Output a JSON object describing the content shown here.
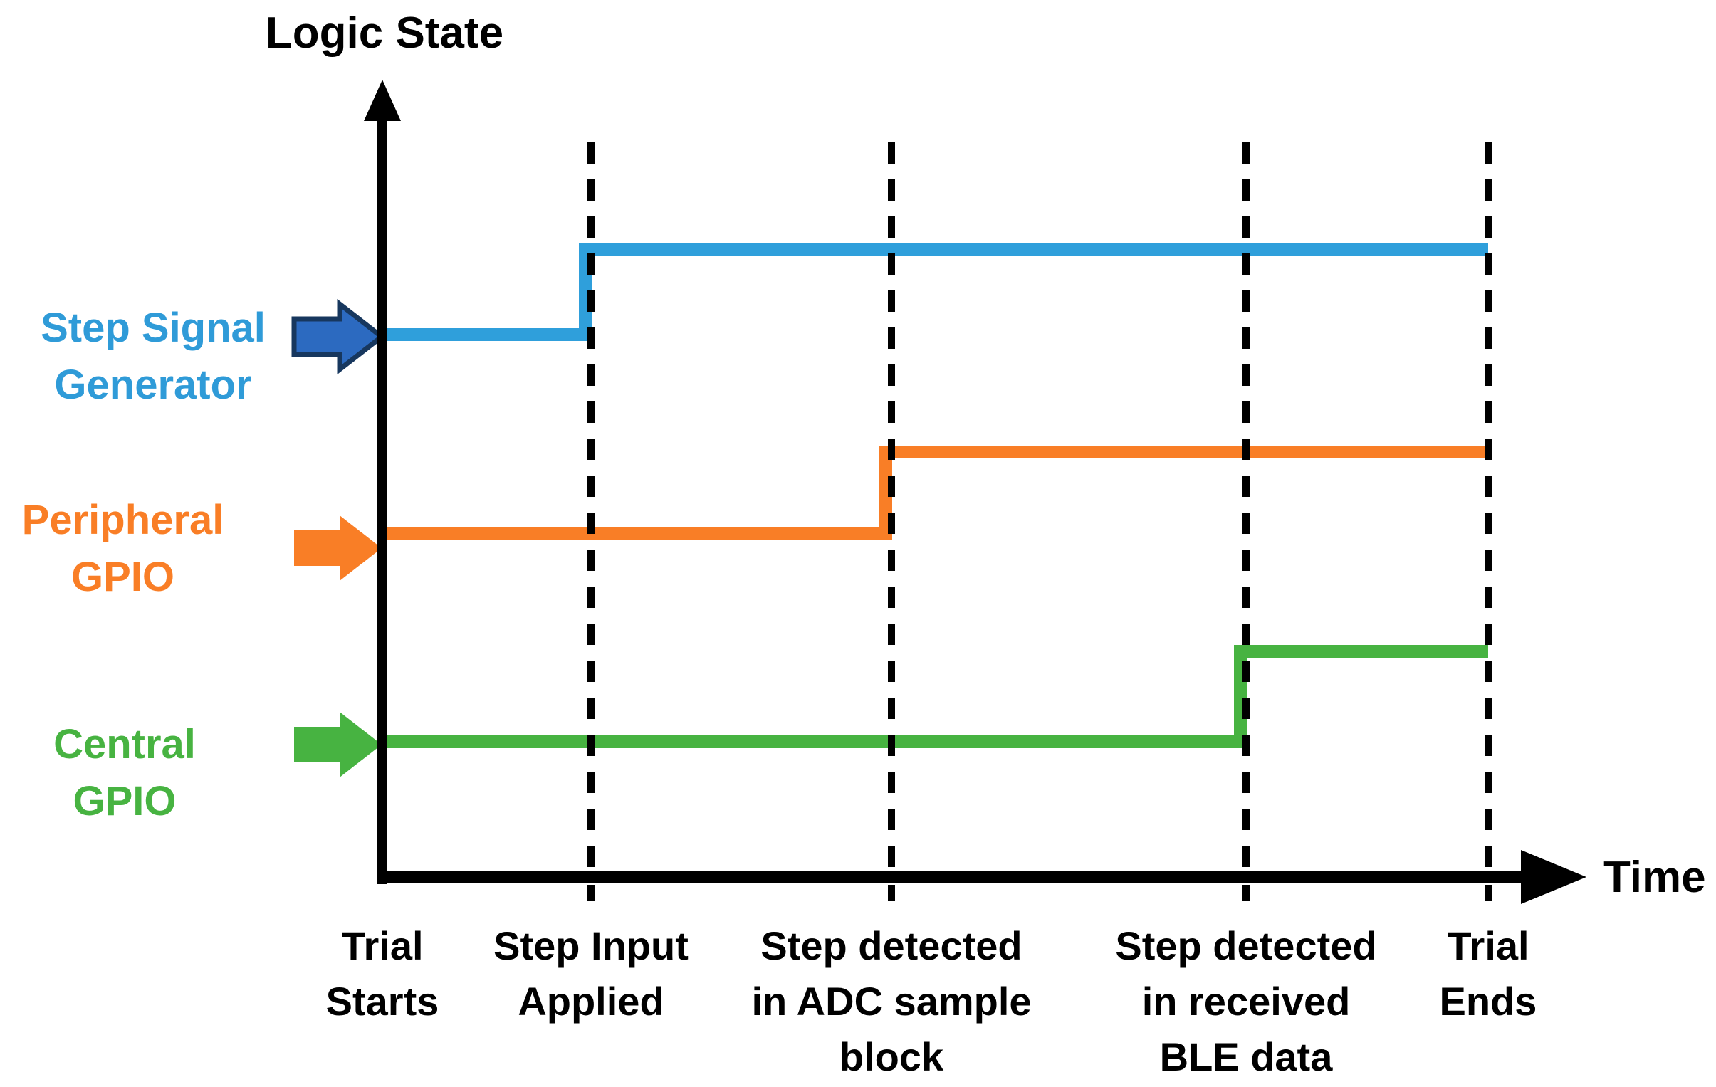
{
  "title": "Logic State",
  "time_axis_label": "Time",
  "colors": {
    "signal_blue": "#2F9FDB",
    "label_blue": "#2F9BD8",
    "orange": "#F97E26",
    "green": "#47B341",
    "blue_arrow_fill": "#2C6AC0",
    "blue_arrow_stroke": "#17375E",
    "axis_black": "#000000"
  },
  "events": [
    {
      "label": "Trial\nStarts"
    },
    {
      "label": "Step Input\nApplied"
    },
    {
      "label": "Step detected\nin ADC sample\nblock"
    },
    {
      "label": "Step detected\nin received\nBLE data"
    },
    {
      "label": "Trial\nEnds"
    }
  ],
  "signals": [
    {
      "label": "Step Signal\nGenerator",
      "color": "#2F9FDB",
      "arrow_fill": "#2C6AC0",
      "arrow_stroke": "#17375E",
      "steps_high_at_event": "Step Input Applied"
    },
    {
      "label": "Peripheral\nGPIO",
      "color": "#F97E26",
      "arrow_fill": "#F97E26",
      "arrow_stroke": "none",
      "steps_high_at_event": "Step detected in ADC sample block"
    },
    {
      "label": "Central GPIO",
      "color": "#47B341",
      "arrow_fill": "#47B341",
      "arrow_stroke": "none",
      "steps_high_at_event": "Step detected in received BLE data"
    }
  ],
  "chart_data": {
    "type": "line",
    "title": "Timing diagram: Logic State vs Time",
    "xlabel": "Time",
    "ylabel": "Logic State",
    "x_events": [
      "Trial Starts",
      "Step Input Applied",
      "Step detected in ADC sample block",
      "Step detected in received BLE data",
      "Trial Ends"
    ],
    "series": [
      {
        "name": "Step Signal Generator",
        "values": [
          0,
          1,
          1,
          1,
          1
        ]
      },
      {
        "name": "Peripheral GPIO",
        "values": [
          0,
          0,
          1,
          1,
          1
        ]
      },
      {
        "name": "Central GPIO",
        "values": [
          0,
          0,
          0,
          1,
          1
        ]
      }
    ],
    "legend_position": "left",
    "grid": "dashed vertical event lines",
    "note": "Each signal starts low at Trial Starts, steps high at its labeled event, and stays high until Trial Ends"
  }
}
